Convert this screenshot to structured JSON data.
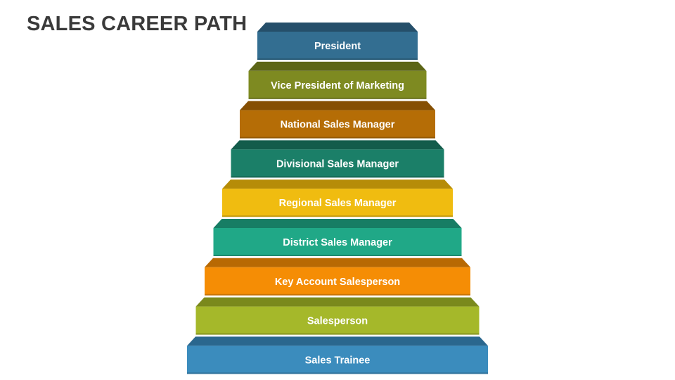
{
  "title": "SALES CAREER PATH",
  "steps": [
    {
      "label": "President",
      "color": "#336e91",
      "top_color": "#254f6a"
    },
    {
      "label": "Vice President of Marketing",
      "color": "#7e8a21",
      "top_color": "#5c6516"
    },
    {
      "label": "National Sales Manager",
      "color": "#b56d06",
      "top_color": "#854f03"
    },
    {
      "label": "Divisional Sales Manager",
      "color": "#1b7f68",
      "top_color": "#135c4b"
    },
    {
      "label": "Regional Sales Manager",
      "color": "#f0bc10",
      "top_color": "#b68c08"
    },
    {
      "label": "District Sales Manager",
      "color": "#20a887",
      "top_color": "#177d64"
    },
    {
      "label": "Key Account Salesperson",
      "color": "#f58d05",
      "top_color": "#b86903"
    },
    {
      "label": "Salesperson",
      "color": "#a5b82a",
      "top_color": "#7a891c"
    },
    {
      "label": "Sales Trainee",
      "color": "#3b8cbd",
      "top_color": "#2a678e"
    }
  ]
}
